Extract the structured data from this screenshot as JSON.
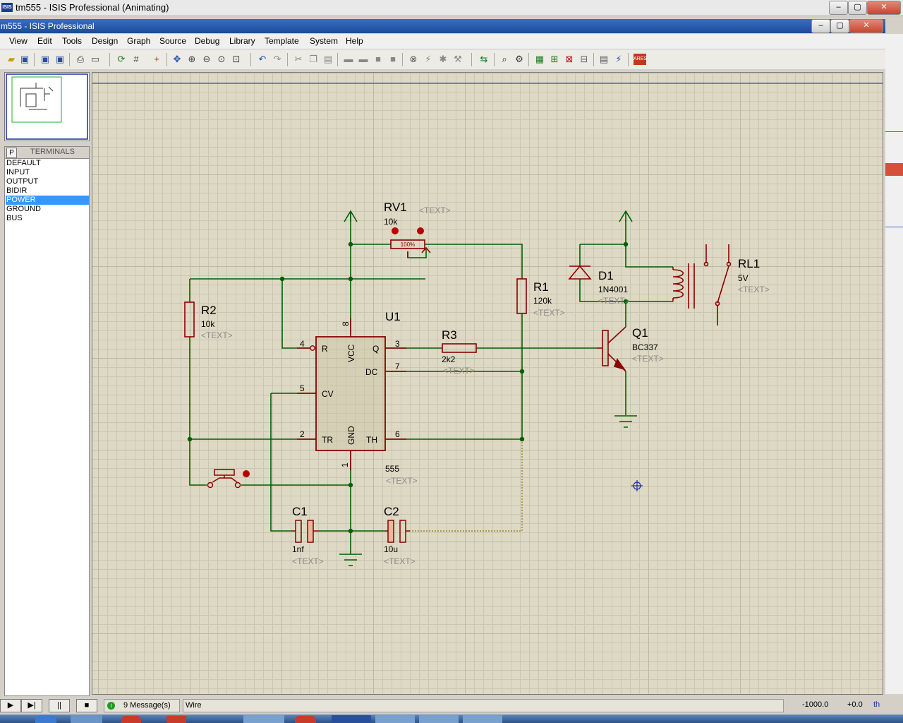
{
  "outer_window": {
    "title": "tm555 - ISIS Professional (Animating)",
    "logo_text": "ISIS",
    "min": "–",
    "max": "▢",
    "close": "✕"
  },
  "inner_window": {
    "title": "m555 - ISIS Professional",
    "min": "–",
    "max": "▢",
    "close": "✕"
  },
  "menu": [
    "View",
    "Edit",
    "Tools",
    "Design",
    "Graph",
    "Source",
    "Debug",
    "Library",
    "Template",
    "System",
    "Help"
  ],
  "toolbar_icons": [
    "open-icon",
    "save-icon",
    "import-icon",
    "export-icon",
    "print-icon",
    "area-icon",
    "refresh-icon",
    "grid-icon",
    "origin-icon",
    "pan-icon",
    "zoom-in-icon",
    "zoom-out-icon",
    "zoom-all-icon",
    "zoom-area-icon",
    "undo-icon",
    "redo-icon",
    "cut-icon",
    "copy-icon",
    "paste-icon",
    "block-copy-icon",
    "block-move-icon",
    "block-rotate-icon",
    "block-delete-icon",
    "pick-device-icon",
    "make-device-icon",
    "package-icon",
    "decompose-icon",
    "wire-autoroute-icon",
    "search-icon",
    "property-tool-icon",
    "new-sheet-icon",
    "remove-sheet-icon",
    "goto-sheet-icon",
    "bom-icon",
    "erc-icon",
    "netlist-icon",
    "ares-icon"
  ],
  "panel": {
    "mode_button": "P",
    "header": "TERMINALS",
    "items": [
      "DEFAULT",
      "INPUT",
      "OUTPUT",
      "BIDIR",
      "POWER",
      "GROUND",
      "BUS"
    ],
    "selected_index": 4
  },
  "schematic": {
    "rv1": {
      "ref": "RV1",
      "value": "10k",
      "text": "<TEXT>",
      "percent": "100%"
    },
    "r1": {
      "ref": "R1",
      "value": "120k",
      "text": "<TEXT>"
    },
    "r2": {
      "ref": "R2",
      "value": "10k",
      "text": "<TEXT>"
    },
    "r3": {
      "ref": "R3",
      "value": "2k2",
      "text": "<TEXT>"
    },
    "u1": {
      "ref": "U1",
      "value": "555",
      "text": "<TEXT>",
      "pins": {
        "r": "R",
        "vcc": "VCC",
        "q": "Q",
        "dc": "DC",
        "cv": "CV",
        "tr": "TR",
        "gnd": "GND",
        "th": "TH"
      },
      "pin_numbers": {
        "p4": "4",
        "p8": "8",
        "p3": "3",
        "p7": "7",
        "p5": "5",
        "p2": "2",
        "p6": "6",
        "p1": "1"
      }
    },
    "d1": {
      "ref": "D1",
      "value": "1N4001",
      "text": "<TEXT>"
    },
    "q1": {
      "ref": "Q1",
      "value": "BC337",
      "text": "<TEXT>"
    },
    "rl1": {
      "ref": "RL1",
      "value": "5V",
      "text": "<TEXT>"
    },
    "c1": {
      "ref": "C1",
      "value": "1nf",
      "text": "<TEXT>"
    },
    "c2": {
      "ref": "C2",
      "value": "10u",
      "text": "<TEXT>"
    }
  },
  "statusbar": {
    "play": "▶",
    "step": "▶|",
    "pause": "||",
    "stop": "■",
    "messages": "9 Message(s)",
    "status_text": "Wire",
    "coord_x": "-1000.0",
    "coord_y": "+0.0",
    "units": "th"
  },
  "colors": {
    "wire": "#005f00",
    "component": "#8b0000",
    "grid_bg": "#ded9c4",
    "selection": "#3399ff"
  }
}
